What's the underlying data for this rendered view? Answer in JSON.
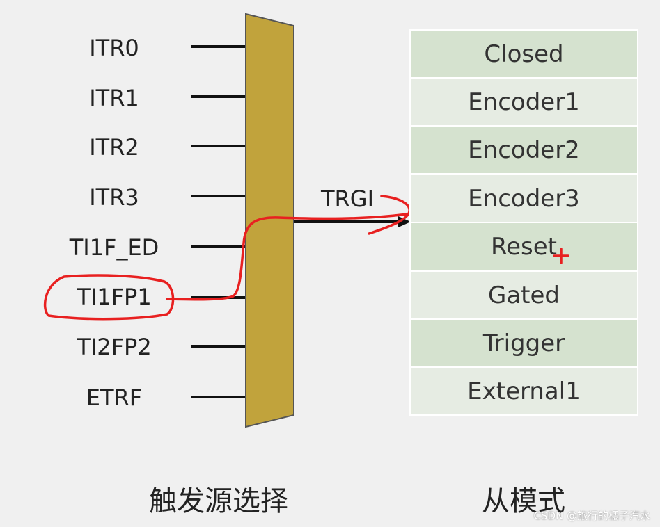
{
  "inputs": [
    "ITR0",
    "ITR1",
    "ITR2",
    "ITR3",
    "TI1F_ED",
    "TI1FP1",
    "TI2FP2",
    "ETRF"
  ],
  "trgi_label": "TRGI",
  "modes": [
    "Closed",
    "Encoder1",
    "Encoder2",
    "Encoder3",
    "Reset",
    "Gated",
    "Trigger",
    "External1"
  ],
  "caption_left": "触发源选择",
  "caption_right": "从模式",
  "watermark": "CSDN @旅行的橘子汽水",
  "colors": {
    "mux": "#c1a33c",
    "mode_dark": "#d5e2cf",
    "mode_light": "#e6ece3",
    "annotation": "#e82020"
  }
}
